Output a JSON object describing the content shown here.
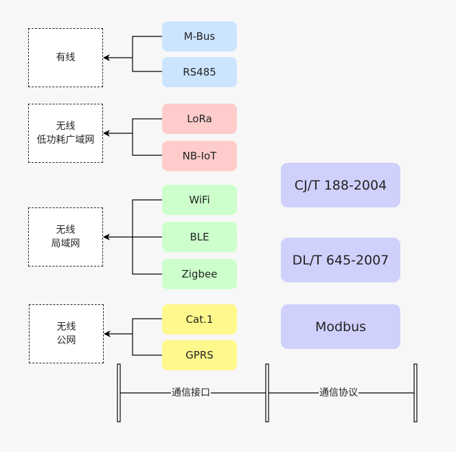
{
  "categories": {
    "wired": [
      "有线"
    ],
    "lpwan": [
      "无线",
      "低功耗广域网"
    ],
    "lan": [
      "无线",
      "局域网"
    ],
    "public": [
      "无线",
      "公网"
    ]
  },
  "technologies": {
    "mbus": "M-Bus",
    "rs485": "RS485",
    "lora": "LoRa",
    "nbiot": "NB-IoT",
    "wifi": "WiFi",
    "ble": "BLE",
    "zigbee": "Zigbee",
    "cat1": "Cat.1",
    "gprs": "GPRS"
  },
  "protocols": {
    "cjt": "CJ/T 188-2004",
    "dlt": "DL/T 645-2007",
    "modbus": "Modbus"
  },
  "axis": {
    "interface_label": "通信接口",
    "protocol_label": "通信协议"
  },
  "colors": {
    "wired": "#cce5ff",
    "lpwan": "#ffcccc",
    "lan": "#ccffcc",
    "public": "#fff88c",
    "protocol": "#d0d0fc"
  }
}
